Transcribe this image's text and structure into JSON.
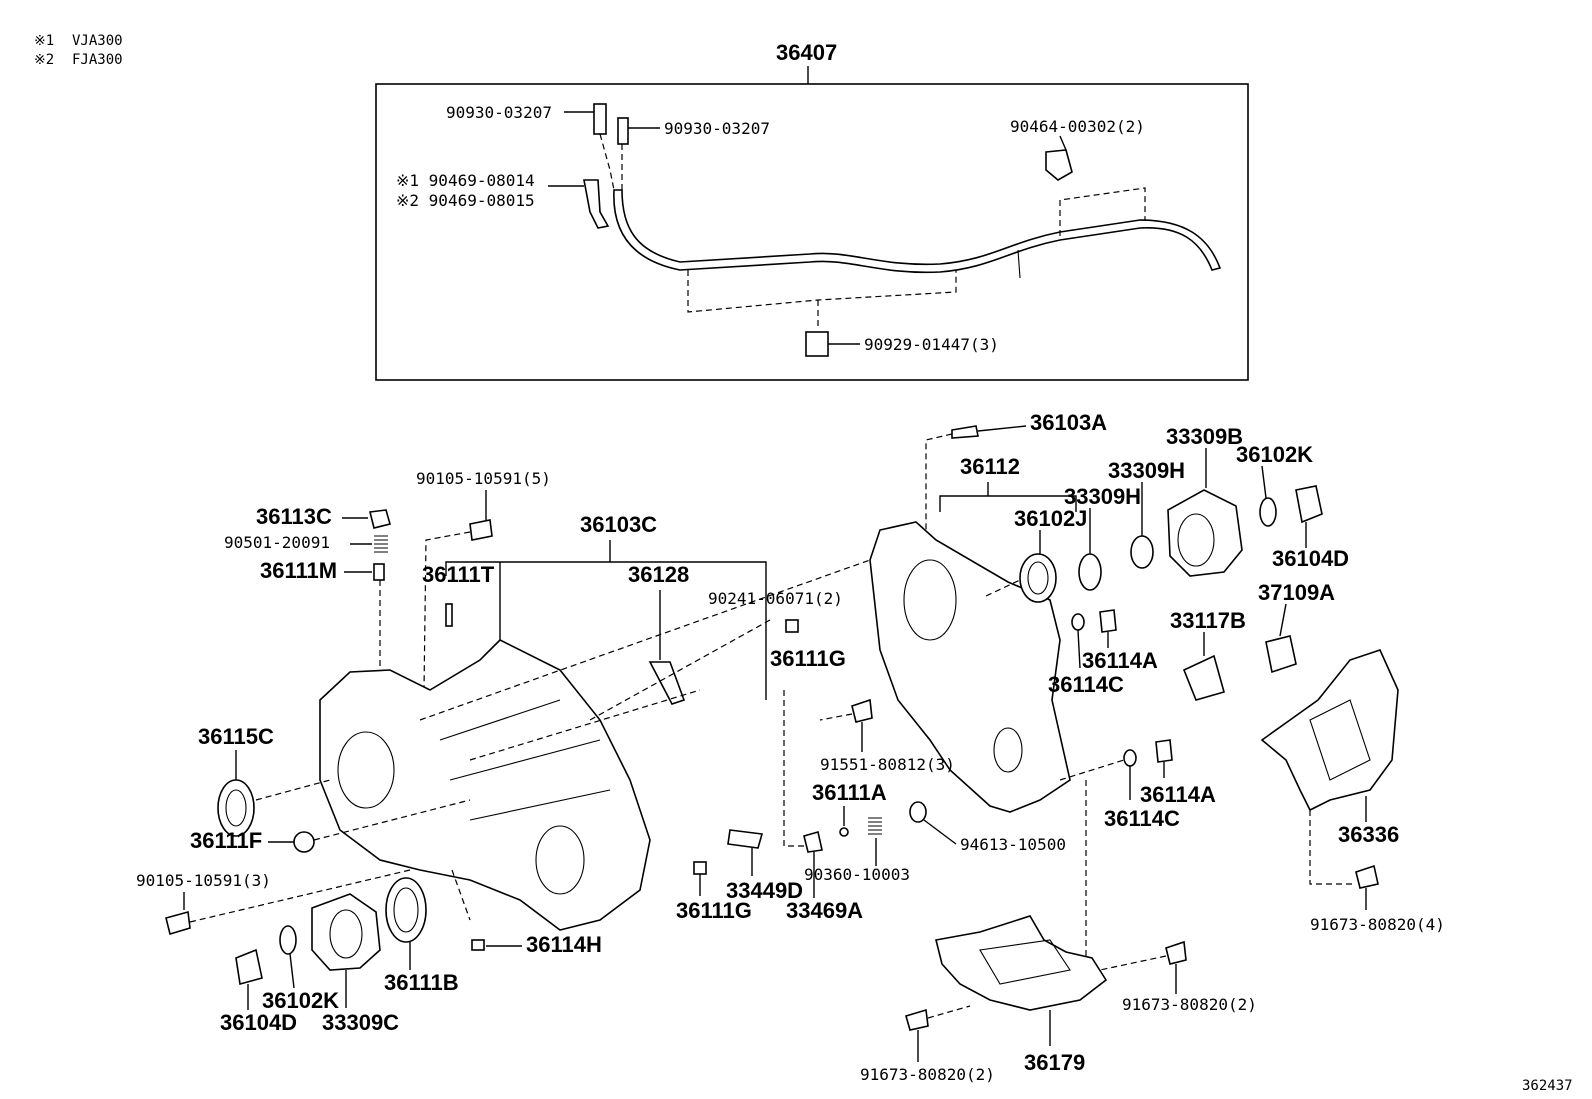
{
  "notes": [
    {
      "mark": "※1",
      "text": "VJA300"
    },
    {
      "mark": "※2",
      "text": "FJA300"
    }
  ],
  "figure_number": "362437",
  "labels": {
    "l36407": "36407",
    "l90930a": "90930-03207",
    "l90930b": "90930-03207",
    "l90464": "90464-00302(2)",
    "l90469a": "※1 90469-08014",
    "l90469b": "※2 90469-08015",
    "l90929": "90929-01447(3)",
    "l36103A": "36103A",
    "l36112": "36112",
    "l33309B": "33309B",
    "l36102K_r": "36102K",
    "l33309H_a": "33309H",
    "l33309H_b": "33309H",
    "l36102J": "36102J",
    "l36104D_r": "36104D",
    "l37109A": "37109A",
    "l33117B": "33117B",
    "l90105a": "90105-10591(5)",
    "l36113C": "36113C",
    "l90501": "90501-20091",
    "l36111M": "36111M",
    "l36103C": "36103C",
    "l36111T": "36111T",
    "l36128": "36128",
    "l90241": "90241-06071(2)",
    "l36111G_a": "36111G",
    "l36114A_a": "36114A",
    "l36114C_a": "36114C",
    "l36115C": "36115C",
    "l91551": "91551-80812(3)",
    "l36111A": "36111A",
    "l36114A_b": "36114A",
    "l36114C_b": "36114C",
    "l36336": "36336",
    "l36111F": "36111F",
    "l94613": "94613-10500",
    "l90360": "90360-10003",
    "l90105b": "90105-10591(3)",
    "l33449D": "33449D",
    "l36111G_b": "36111G",
    "l33469A": "33469A",
    "l91673a": "91673-80820(4)",
    "l36114H": "36114H",
    "l36111B": "36111B",
    "l36102K_l": "36102K",
    "l36104D_l": "36104D",
    "l33309C": "33309C",
    "l91673b": "91673-80820(2)",
    "l36179": "36179",
    "l91673c": "91673-80820(2)"
  }
}
